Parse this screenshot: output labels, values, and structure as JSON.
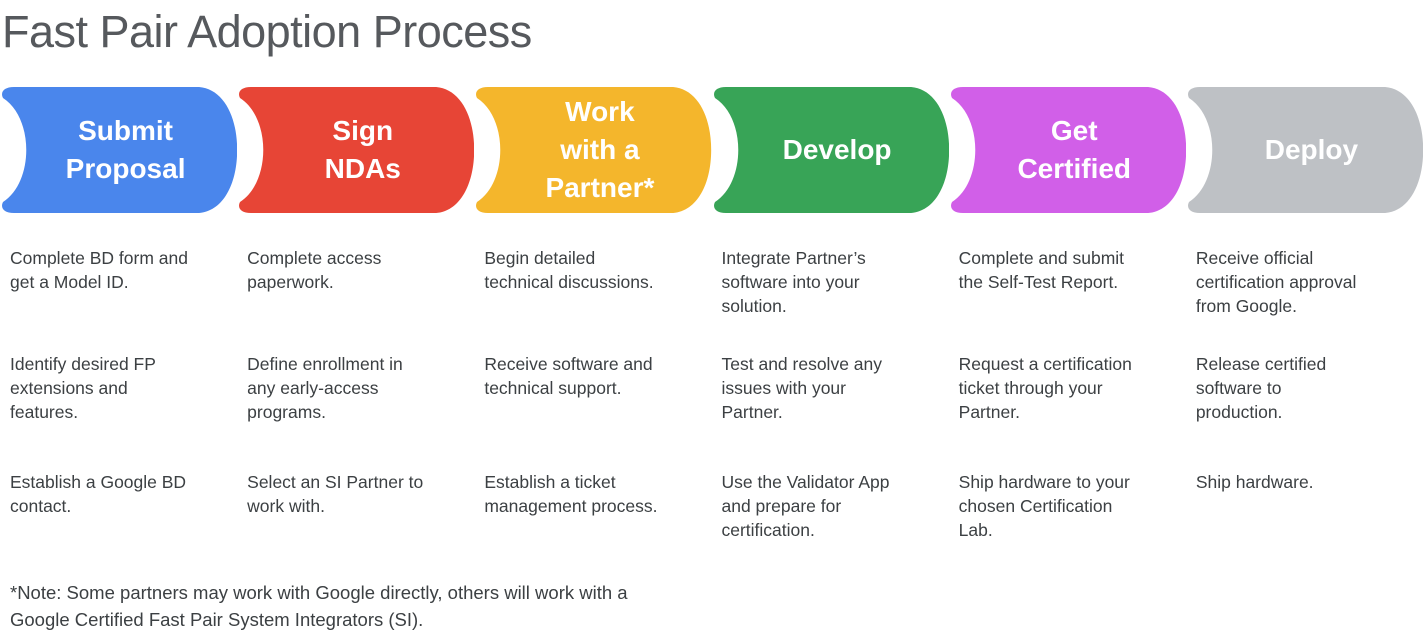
{
  "page": {
    "title": "Fast Pair Adoption Process",
    "footnote": "*Note: Some partners may work with Google directly, others will work with a\nGoogle Certified Fast Pair System Integrators (SI)."
  },
  "stages": [
    {
      "label": "Submit\nProposal",
      "color": "#4a86ec",
      "steps": [
        "Complete BD form and\nget a Model ID.",
        "Identify desired FP\nextensions and\nfeatures.",
        "Establish a Google BD\ncontact."
      ]
    },
    {
      "label": "Sign\nNDAs",
      "color": "#e74536",
      "steps": [
        "Complete access\npaperwork.",
        "Define enrollment in\nany early-access\nprograms.",
        "Select an SI Partner to\nwork with."
      ]
    },
    {
      "label": "Work\nwith a\nPartner*",
      "color": "#f4b62c",
      "steps": [
        "Begin detailed\ntechnical discussions.",
        "Receive software and\ntechnical support.",
        "Establish a ticket\nmanagement process."
      ]
    },
    {
      "label": "Develop",
      "color": "#38a457",
      "steps": [
        "Integrate Partner’s\nsoftware into your\nsolution.",
        "Test and resolve any\nissues with your\nPartner.",
        "Use the Validator App\nand prepare for\ncertification."
      ]
    },
    {
      "label": "Get\nCertified",
      "color": "#d15fe8",
      "steps": [
        "Complete and submit\nthe Self-Test Report.",
        "Request a certification\nticket through your\nPartner.",
        "Ship hardware to your\nchosen Certification\nLab."
      ]
    },
    {
      "label": "Deploy",
      "color": "#bec1c5",
      "steps": [
        "Receive official\ncertification approval\nfrom Google.",
        "Release certified\nsoftware to\nproduction.",
        "Ship hardware."
      ]
    }
  ]
}
